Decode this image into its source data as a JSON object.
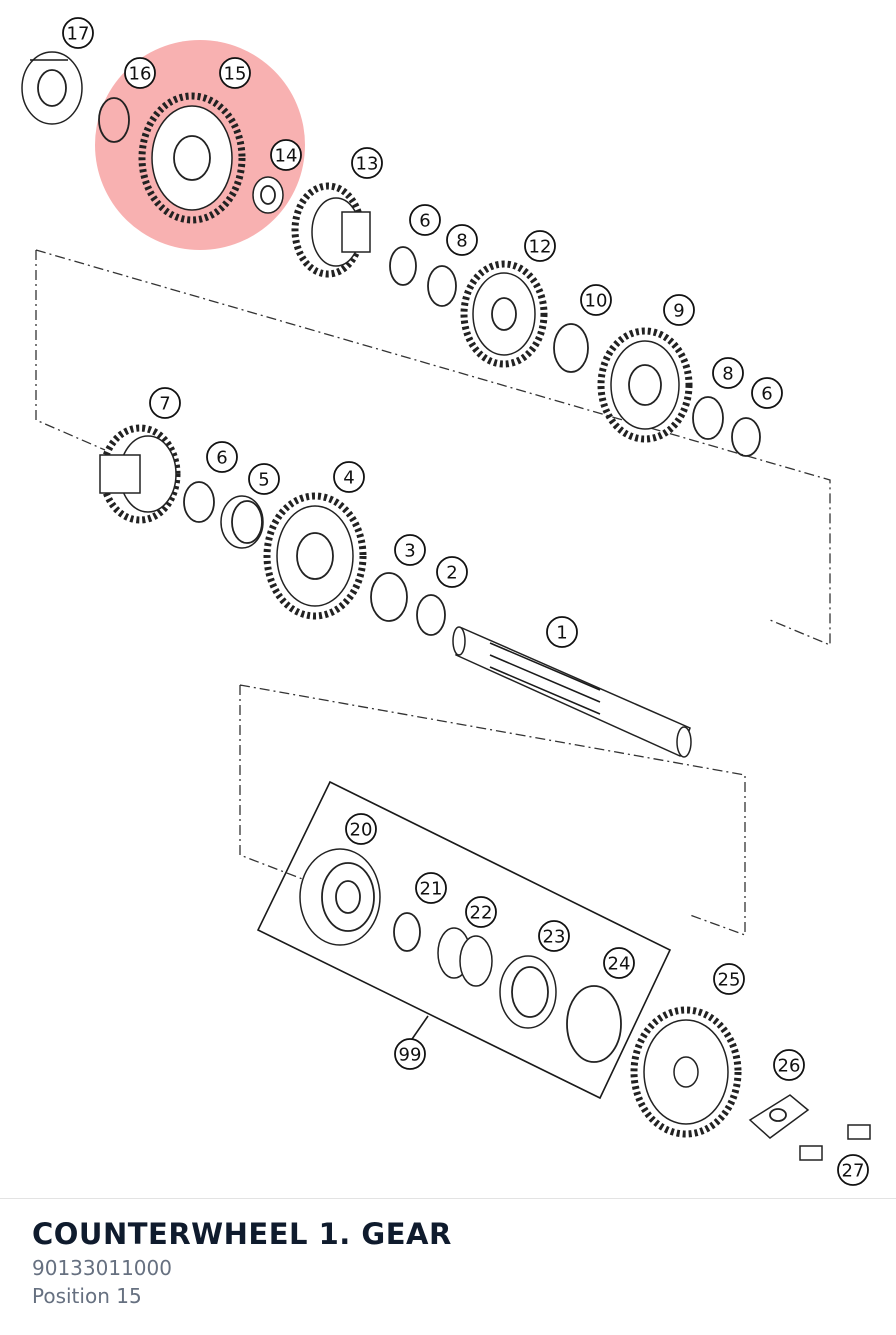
{
  "part": {
    "name": "COUNTERWHEEL 1. GEAR",
    "number": "90133011000",
    "position": "Position 15"
  },
  "diagram": {
    "highlight_color": "#f7a3a3",
    "callouts": [
      "17",
      "16",
      "15",
      "14",
      "13",
      "6",
      "8",
      "12",
      "10",
      "9",
      "8",
      "6",
      "7",
      "6",
      "5",
      "4",
      "3",
      "2",
      "1",
      "20",
      "21",
      "22",
      "23",
      "24",
      "99",
      "25",
      "26",
      "27"
    ],
    "highlighted_callouts": [
      "16",
      "15",
      "14"
    ]
  }
}
